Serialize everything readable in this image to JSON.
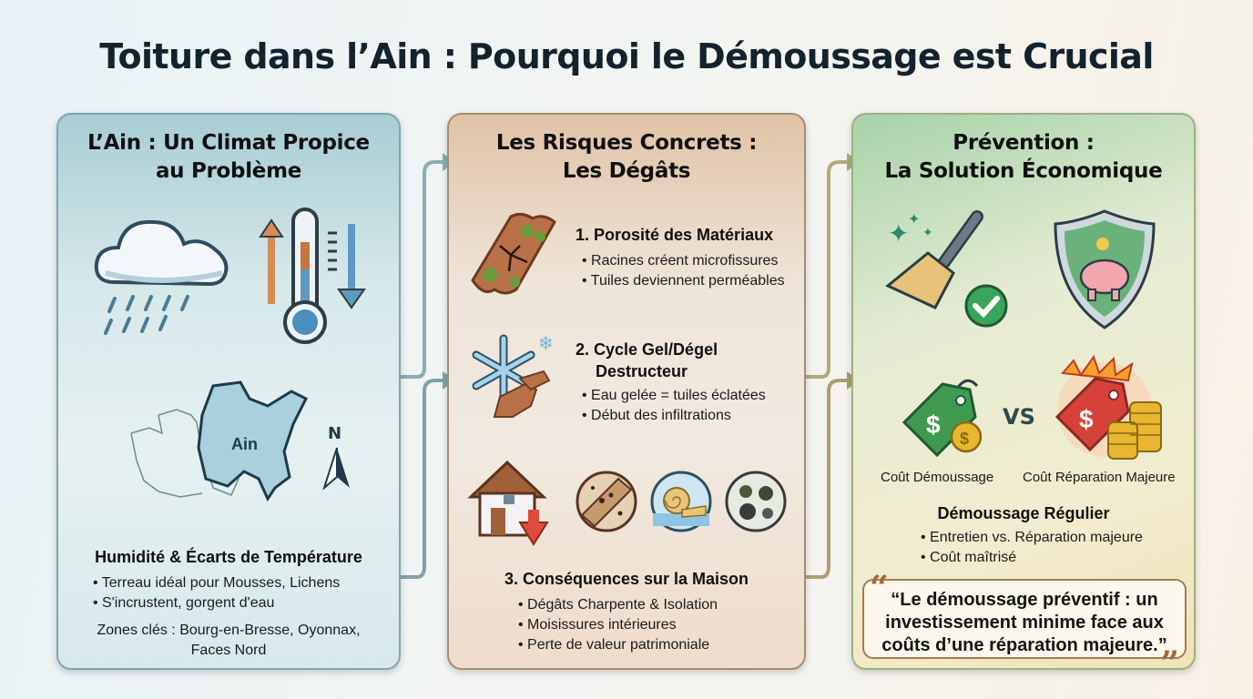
{
  "title": "Toiture dans l’Ain : Pourquoi le Démoussage est Crucial",
  "panels": {
    "climate": {
      "heading_line1": "L’Ain : Un Climat Propice",
      "heading_line2": "au Problème",
      "icons": [
        "rain-cloud-icon",
        "thermometer-icon",
        "temperature-up-arrow-icon",
        "temperature-down-arrow-icon"
      ],
      "map_label": "Ain",
      "compass_label": "N",
      "subheading": "Humidité & Écarts de Température",
      "bullets": [
        "Terreau idéal pour Mousses, Lichens",
        "S'incrustent, gorgent d'eau"
      ],
      "zones_line1": "Zones clés : Bourg-en-Bresse, Oyonnax,",
      "zones_line2": "Faces Nord",
      "accent": "#7fa6b1"
    },
    "risks": {
      "heading_line1": "Les Risques Concrets :",
      "heading_line2": "Les Dégâts",
      "items": [
        {
          "title": "1. Porosité des Matériaux",
          "icon": "cracked-mossy-tile-icon",
          "bullets": [
            "Racines créent microfissures",
            "Tuiles deviennent perméables"
          ]
        },
        {
          "title_line1": "2. Cycle Gel/Dégel",
          "title_line2": "Destructeur",
          "icon": "snowflake-broken-tile-icon",
          "bullets": [
            "Eau gelée = tuiles éclatées",
            "Début des infiltrations"
          ]
        },
        {
          "title": "3. Conséquences sur la Maison",
          "icons": [
            "house-down-arrow-icon",
            "rotten-wood-icon",
            "wet-insulation-icon",
            "mold-icon"
          ],
          "bullets": [
            "Dégâts Charpente & Isolation",
            "Moisissures intérieures",
            "Perte de valeur patrimoniale"
          ]
        }
      ],
      "accent": "#a88b72"
    },
    "prevention": {
      "heading_line1": "Prévention :",
      "heading_line2": "La Solution Économique",
      "icons": [
        "broom-check-icon",
        "shield-piggy-bank-icon"
      ],
      "cost_left_label": "Coût Démoussage",
      "vs_label": "VS",
      "cost_right_label": "Coût Réparation Majeure",
      "subheading": "Démoussage Régulier",
      "bullets": [
        "Entretien vs. Réparation majeure",
        "Coût maîtrisé"
      ],
      "quote_line1": "“Le démoussage préventif : un",
      "quote_line2": "investissement minime face aux",
      "quote_line3": "coûts d’une réparation majeure.”",
      "accent": "#9db27c"
    }
  },
  "colors": {
    "title": "#13232e",
    "connector_left": "#7fa3a8",
    "connector_right": "#a9a070",
    "green_tag": "#3f9a4f",
    "red_tag": "#d6423a",
    "coin": "#e8b630"
  }
}
